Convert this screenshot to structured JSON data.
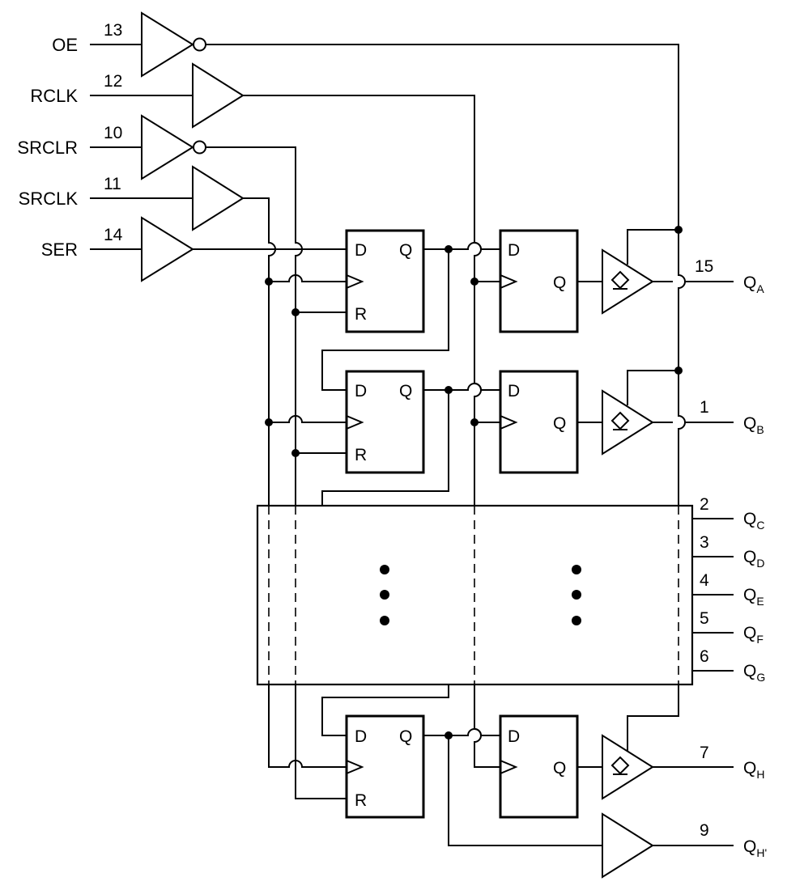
{
  "inputs": [
    {
      "name": "OE",
      "pin": "13"
    },
    {
      "name": "RCLK",
      "pin": "12"
    },
    {
      "name": "SRCLR",
      "pin": "10"
    },
    {
      "name": "SRCLK",
      "pin": "11"
    },
    {
      "name": "SER",
      "pin": "14"
    }
  ],
  "flipflop_labels": {
    "d": "D",
    "q": "Q",
    "r": "R"
  },
  "outputs": [
    {
      "pin": "15",
      "label": "Q",
      "sub": "A"
    },
    {
      "pin": "1",
      "label": "Q",
      "sub": "B"
    },
    {
      "pin": "2",
      "label": "Q",
      "sub": "C"
    },
    {
      "pin": "3",
      "label": "Q",
      "sub": "D"
    },
    {
      "pin": "4",
      "label": "Q",
      "sub": "E"
    },
    {
      "pin": "5",
      "label": "Q",
      "sub": "F"
    },
    {
      "pin": "6",
      "label": "Q",
      "sub": "G"
    },
    {
      "pin": "7",
      "label": "Q",
      "sub": "H"
    },
    {
      "pin": "9",
      "label": "Q",
      "sub": "H'"
    }
  ]
}
